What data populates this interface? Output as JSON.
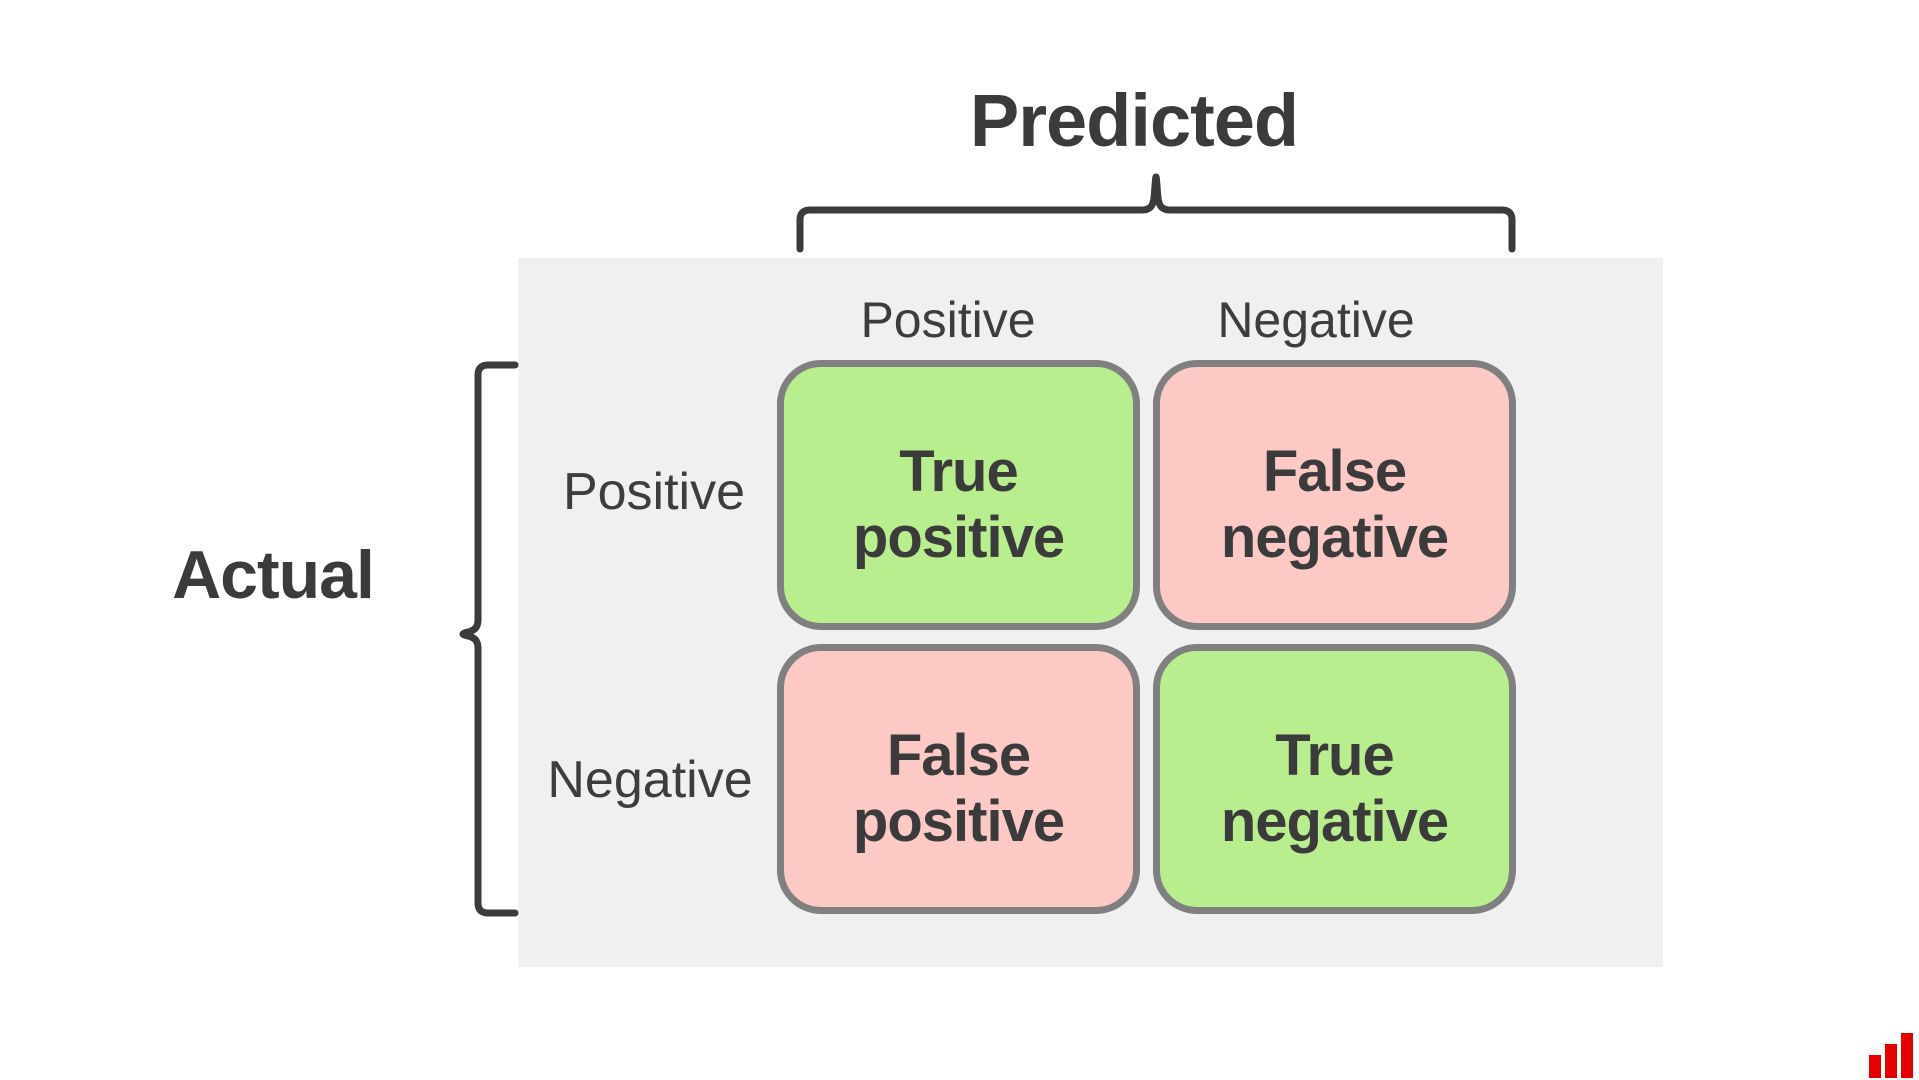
{
  "predicted": {
    "title": "Predicted"
  },
  "actual": {
    "title": "Actual"
  },
  "matrix": {
    "column_headers": [
      "Positive",
      "Negative"
    ],
    "row_headers": [
      "Positive",
      "Negative"
    ],
    "cells": [
      {
        "text": "True\npositive",
        "kind": "correct",
        "row": "Positive",
        "column": "Positive"
      },
      {
        "text": "False\nnegative",
        "kind": "incorrect",
        "row": "Positive",
        "column": "Negative"
      },
      {
        "text": "False\npositive",
        "kind": "incorrect",
        "row": "Negative",
        "column": "Positive"
      },
      {
        "text": "True\nnegative",
        "kind": "correct",
        "row": "Negative",
        "column": "Negative"
      }
    ]
  },
  "icons": {
    "logo": "bar-chart-icon"
  },
  "colors": {
    "correct_cell": "#b8ee8e",
    "incorrect_cell": "#fdc9c5",
    "panel_background": "#f0f0f0",
    "cell_border": "#808080",
    "text_dark": "#3b3b3b",
    "text_label": "#3d3d3d",
    "brace": "#3b3b3b",
    "logo_red": "#e60000"
  }
}
